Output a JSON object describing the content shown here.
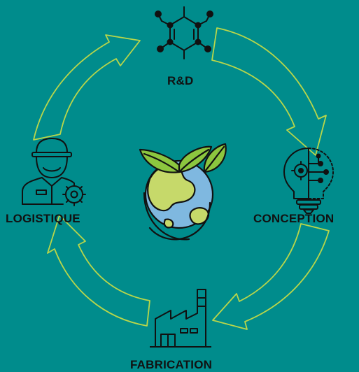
{
  "stages": [
    {
      "label": "R&D",
      "icon": "molecule-icon"
    },
    {
      "label": "CONCEPTION",
      "icon": "lightbulb-circuit-icon"
    },
    {
      "label": "FABRICATION",
      "icon": "factory-icon"
    },
    {
      "label": "LOGISTIQUE",
      "icon": "worker-gear-icon"
    }
  ],
  "center_icon": "earth-leaves-icon",
  "colors": {
    "background": "#008c8c",
    "cycle_arrows": "#b9d64a",
    "text": "#111111",
    "leaf_green": "#8cc63f",
    "land_green": "#c6d96a",
    "ocean_blue": "#7fb8e0"
  }
}
